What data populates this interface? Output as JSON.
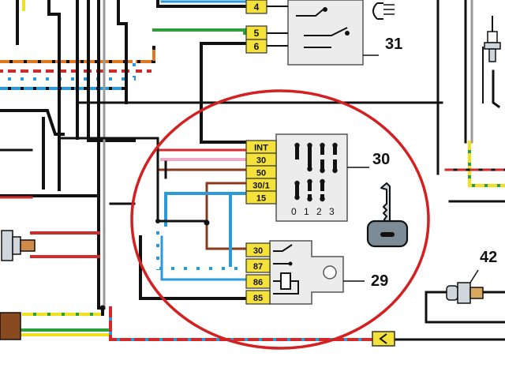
{
  "components": {
    "ignition_switch": {
      "number": "30",
      "position_scale": "0 1 2 3"
    },
    "relay": {
      "number": "29"
    },
    "combination_switch": {
      "number": "31"
    },
    "sensor": {
      "number": "42"
    }
  },
  "terminals": {
    "top_block": [
      "4",
      "5",
      "6"
    ],
    "ignition_switch": [
      "INT",
      "30",
      "50",
      "30/1",
      "15"
    ],
    "relay": [
      "30",
      "87",
      "86",
      "85"
    ]
  },
  "colors": {
    "red": "#d22a2a",
    "blue": "#2a9ad8",
    "green": "#2e9e3a",
    "pink": "#f0a8c8",
    "brown": "#8a3a1a",
    "orange": "#e07820",
    "yellow": "#f0e020",
    "black": "#111111",
    "grey": "#9a9a9a",
    "terminal_fill": "#f4e23a",
    "highlight_ring": "#d42020"
  }
}
